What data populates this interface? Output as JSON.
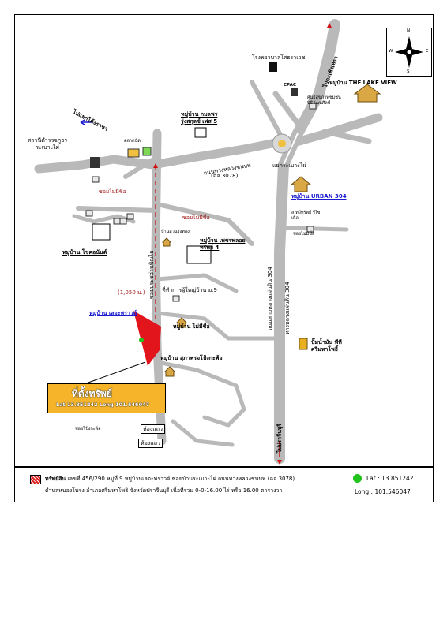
{
  "colors": {
    "road": "#b9b9b9",
    "road_dark": "#9a9a9a",
    "property": "#e2141c",
    "callout": "#f5b42a",
    "link_blue": "#1a1ad0",
    "label_red": "#9e1010",
    "marker_green": "#22c31e"
  },
  "map": {
    "compass": {
      "n": "N",
      "s": "S",
      "e": "E",
      "w": "W"
    },
    "hospital": "โรงพยาบาลโสธราเวช",
    "to_chachoengsao_arrow": "ไปฉะเชิงเทรา",
    "lake_view": "หมู่บ้าน THE LAKE VIEW",
    "cpac": "CPAC",
    "health_center": "ศูนย์สุขภาพชุมชน\nนิธิวัฒนศิลป์",
    "to_bang_pakong": "ไปแยกโค้งราชา",
    "police_station": "สถานีตำรวจภูธร\nระเบาะไผ่",
    "market": "ตลาดนัด",
    "kamon_village": "หมู่บ้าน กมลพร\nรุ่งสกุลซ์ เฟส 5",
    "luang_road": "ถนนทางหลวงชนบท",
    "luang_road_code": "(ฉจ.3078)",
    "intersection": "แยกระเบาะไผ่",
    "urban_304": "หมู่บ้าน URBAN 304",
    "soi_unnamed_1": "ซอยไม่มีชื่อ",
    "soi_unnamed_2": "ซอยไม่มีชื่อ",
    "soi_unnamed_3": "ซอยไม่มีชื่อ",
    "kasem_shop": "ส.ทวีทรัพย์ รีไซ\nเคิล",
    "suan_rung_thong": "บ้านสวนรุ่งทอง",
    "petchpolloy": "หมู่บ้าน เพชรพลอย\nทรัพย์ 4",
    "chokanan": "หมู่บ้าน โชคอนันต์",
    "distance": "(1,050 ม.)",
    "headman_office": "ที่ทำการผู้ใหญ่บ้าน ม.9",
    "soi_prakhon": "ซอยประชอ่านพิณไผ",
    "highway_304_a": "ถนนสายหลวงแผ่นดิน 304",
    "highway_304_b": "ทางหลวงแผ่นดิน 304",
    "ler_prawat": "หมู่บ้าน เลอะพราวด์",
    "village_unnamed": "หมู่บ้าน ไม่มีชื่อ",
    "gas_station": "ปั๊มน้ำมัน พีที\nศรีมหาโพธิ์",
    "suphap_village": "หมู่บ้าน สุภาพรจโป้งกะพ้อ",
    "to_prachinburi": "ไปปราจีนบุรี",
    "soi_pongkapo": "ซอยโป้งกะพ้อ",
    "hong_laeo_1": "ห้องแถว",
    "hong_laeo_2": "ห้องแถว",
    "callout_title": "ที่ตั้งทรัพย์",
    "callout_coords": "Lat 13.851242   Long 101.546047"
  },
  "legend": {
    "asset_label": "ทรัพย์สิน",
    "line1": "เลขที่ 456/290 หมู่ที่ 9 หมู่บ้านเลอะพราวด์ ซอยบ้านระเบาะไผ่ ถนนทางหลวงชนบท (ฉจ.3078)",
    "line2": "ตำบลหนองโพรง อำเภอศรีมหาโพธิ จังหวัดปราจีนบุรี เนื้อที่รวม 0-0-16.00 ไร่ หรือ 16.00 ตารางวา",
    "lat_label": "Lat : 13.851242",
    "long_label": "Long : 101.546047"
  }
}
